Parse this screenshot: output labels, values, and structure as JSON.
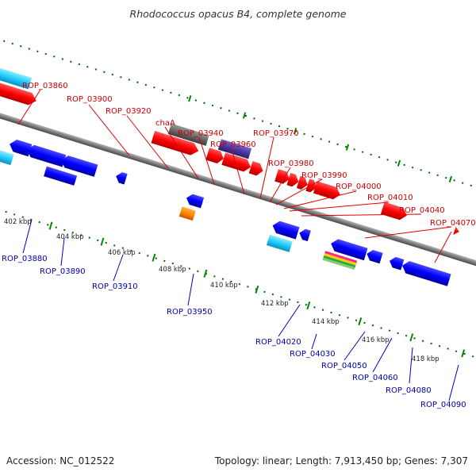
{
  "title": "Rhodococcus opacus B4, complete genome",
  "accession": "Accession: NC_012522",
  "topology": "Topology: linear; Length: 7,913,450 bp; Genes: 7,307",
  "colors": {
    "forward": "#ff0000",
    "reverse": "#0000ff",
    "forward_label": "#cc0000",
    "reverse_label": "#0000aa",
    "backbone": "#888888",
    "tick_dots": "#006600",
    "tick_major": "#008800"
  },
  "scale_labels": [
    "402 kbp",
    "404 kbp",
    "406 kbp",
    "408 kbp",
    "410 kbp",
    "412 kbp",
    "414 kbp",
    "416 kbp",
    "418 kbp"
  ],
  "forward_labels": [
    "ROP_03860",
    "ROP_03900",
    "ROP_03920",
    "chaA",
    "ROP_03940",
    "ROP_03960",
    "ROP_03970",
    "ROP_03980",
    "ROP_03990",
    "ROP_04000",
    "ROP_04010",
    "ROP_04040",
    "ROP_04070"
  ],
  "reverse_labels": [
    "ROP_03880",
    "ROP_03890",
    "ROP_03910",
    "ROP_03950",
    "ROP_04020",
    "ROP_04030",
    "ROP_04050",
    "ROP_04060",
    "ROP_04080",
    "ROP_04090"
  ]
}
